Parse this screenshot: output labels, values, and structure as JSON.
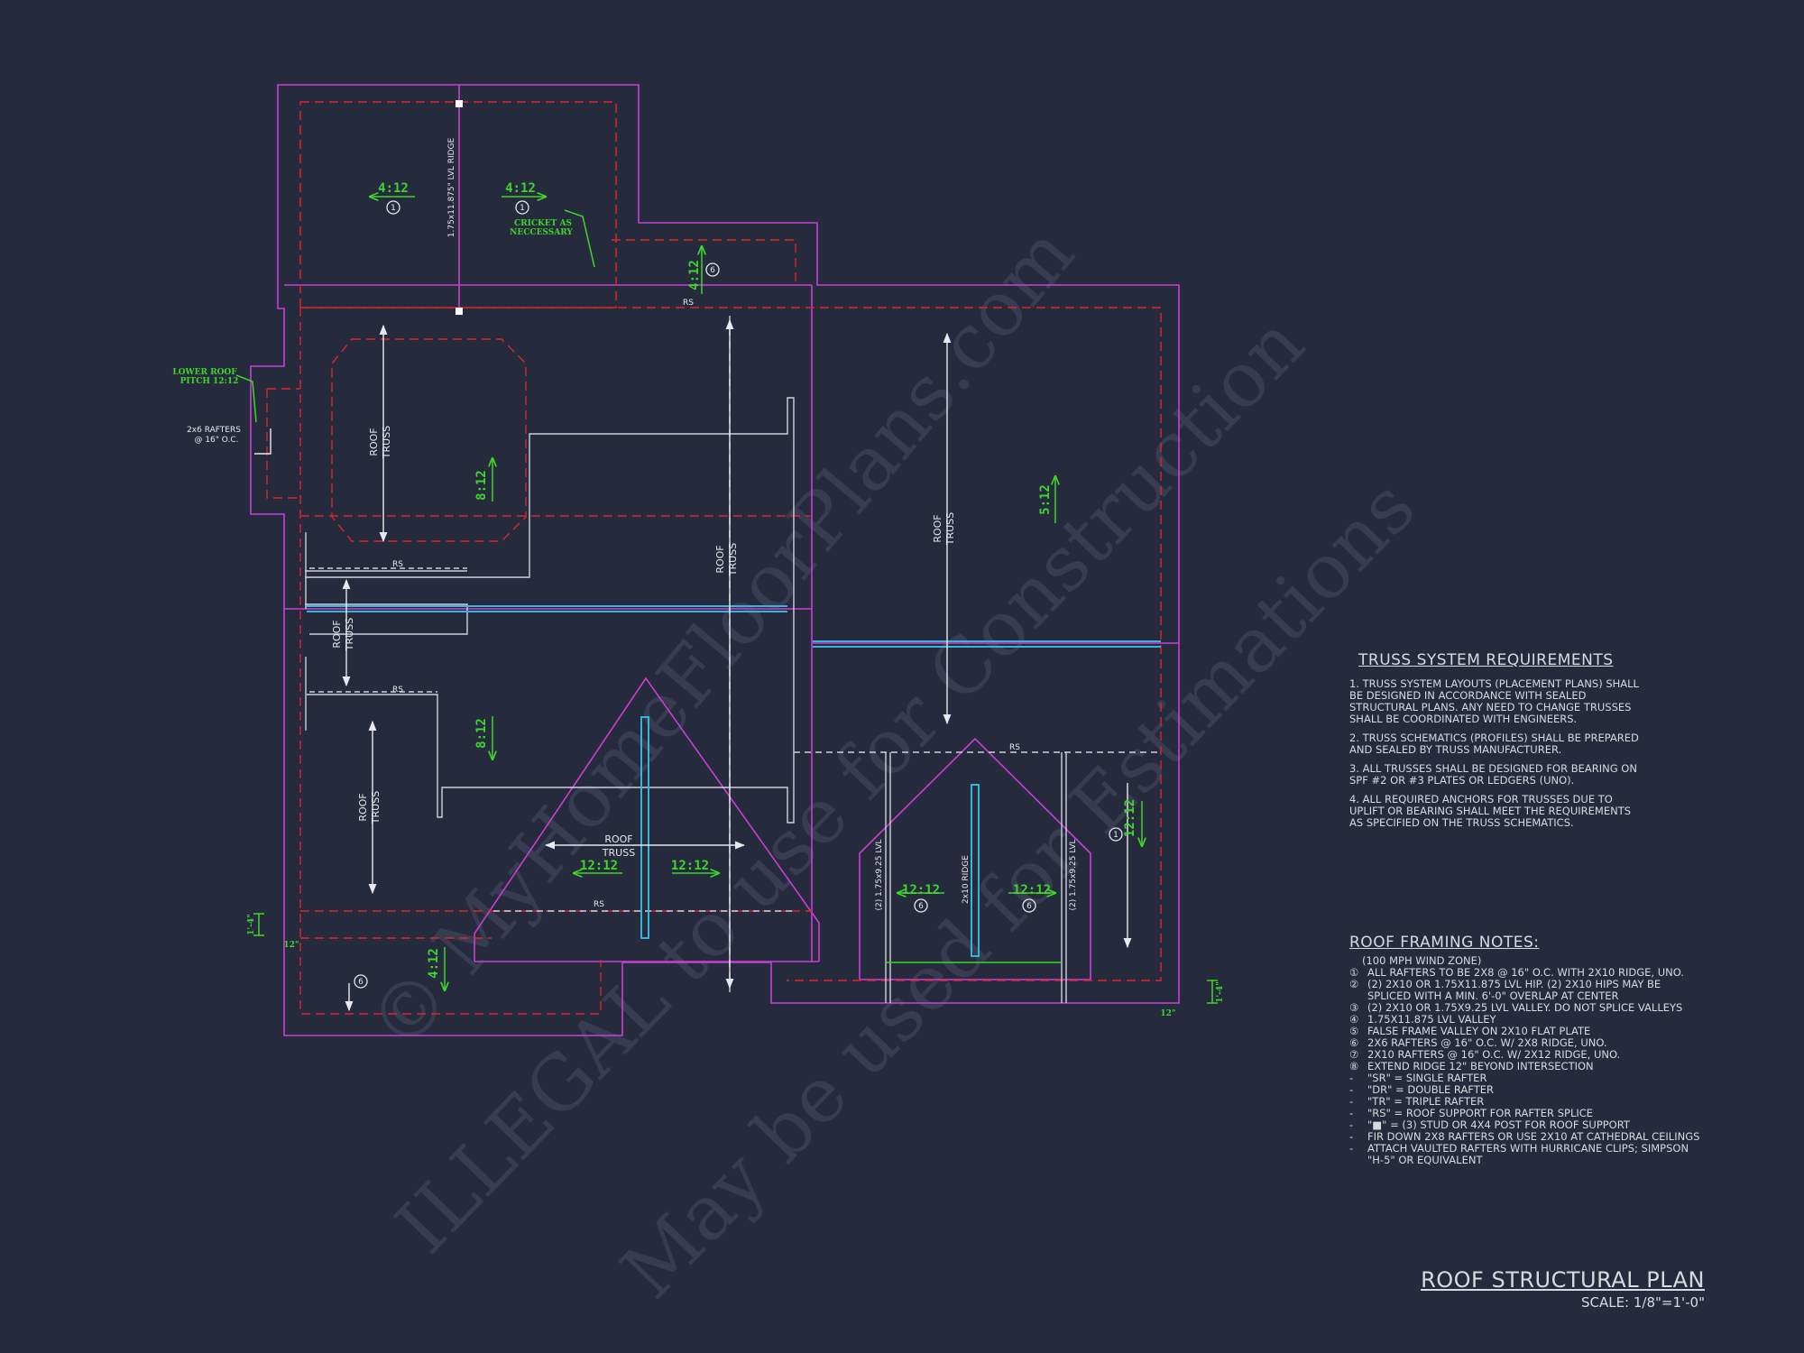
{
  "plan_labels": {
    "ridge_lvl": "1.75x11.875\" LVL RIDGE",
    "pitch_4_12": "4:12",
    "pitch_8_12": "8:12",
    "pitch_5_12": "5:12",
    "pitch_12_12": "12:12",
    "note_1": "1",
    "note_6": "6",
    "cricket_line1": "CRICKET AS",
    "cricket_line2": "NECCESSARY",
    "lower_roof_line1": "LOWER ROOF",
    "lower_roof_line2": "PITCH 12:12",
    "rafters_line1": "2x6 RAFTERS",
    "rafters_line2": "@ 16\" O.C.",
    "rs": "RS",
    "roof": "ROOF",
    "truss": "TRUSS",
    "valley_lvl": "(2) 1.75x9.25 LVL",
    "ridge_2x10": "2x10 RIDGE",
    "dim_1_4": "1'-4\"",
    "dim_12": "12\""
  },
  "truss_requirements": {
    "title": "TRUSS SYSTEM REQUIREMENTS",
    "items": [
      "1. TRUSS SYSTEM LAYOUTS (PLACEMENT PLANS) SHALL BE DESIGNED IN ACCORDANCE WITH SEALED STRUCTURAL PLANS. ANY NEED TO CHANGE TRUSSES SHALL BE COORDINATED WITH ENGINEERS.",
      "2. TRUSS SCHEMATICS (PROFILES) SHALL BE PREPARED AND SEALED BY TRUSS MANUFACTURER.",
      "3. ALL TRUSSES SHALL BE DESIGNED FOR BEARING ON SPF #2 OR #3 PLATES OR LEDGERS (UNO).",
      "4. ALL REQUIRED ANCHORS FOR TRUSSES DUE TO UPLIFT OR BEARING SHALL MEET THE REQUIREMENTS AS SPECIFIED ON THE TRUSS SCHEMATICS."
    ]
  },
  "framing_notes": {
    "title": "ROOF FRAMING NOTES:",
    "subtitle": "(100 MPH WIND ZONE)",
    "items": [
      {
        "marker": "①",
        "text": "ALL RAFTERS TO BE 2x8 @ 16\" O.C. WITH 2x10 RIDGE, UNO."
      },
      {
        "marker": "②",
        "text": "(2) 2x10 OR 1.75x11.875 LVL HIP. (2) 2x10 HIPS MAY BE SPLICED WITH A MIN. 6'-0\" OVERLAP AT CENTER"
      },
      {
        "marker": "③",
        "text": "(2) 2x10 OR 1.75x9.25 LVL VALLEY. DO NOT SPLICE VALLEYS"
      },
      {
        "marker": "④",
        "text": "1.75x11.875 LVL VALLEY"
      },
      {
        "marker": "⑤",
        "text": "FALSE FRAME VALLEY ON 2x10 FLAT PLATE"
      },
      {
        "marker": "⑥",
        "text": "2x6 RAFTERS @ 16\" O.C. W/ 2x8 RIDGE, UNO."
      },
      {
        "marker": "⑦",
        "text": "2x10 RAFTERS @ 16\" O.C. W/ 2x12 RIDGE, UNO."
      },
      {
        "marker": "⑧",
        "text": "EXTEND RIDGE 12\" BEYOND INTERSECTION"
      },
      {
        "marker": "-",
        "text": "\"SR\" = SINGLE RAFTER"
      },
      {
        "marker": "-",
        "text": "\"DR\" = DOUBLE RAFTER"
      },
      {
        "marker": "-",
        "text": "\"TR\" = TRIPLE RAFTER"
      },
      {
        "marker": "-",
        "text": "\"RS\" = ROOF SUPPORT FOR RAFTER SPLICE"
      },
      {
        "marker": "-",
        "text": "\"■\" = (3) STUD OR 4x4 POST FOR ROOF SUPPORT"
      },
      {
        "marker": "-",
        "text": "FIR DOWN 2x8 RAFTERS OR USE 2x10 AT CATHEDRAL CEILINGS"
      },
      {
        "marker": "-",
        "text": "ATTACH VAULTED RAFTERS WITH HURRICANE CLIPS; SIMPSON \"H-5\" OR EQUIVALENT"
      }
    ]
  },
  "title_block": {
    "title": "ROOF STRUCTURAL PLAN",
    "scale": "SCALE: 1/8\"=1'-0\""
  },
  "watermark": {
    "line1": "© MyHomeFloorPlans.com",
    "line2": "ILLEGAL to use for Construction",
    "line3": "May be used for Estimations"
  },
  "colors": {
    "background": "#262a3d",
    "outline": "#c93fd6",
    "dashed": "#d9262e",
    "pitch": "#3ed62a",
    "framing": "#cfd2dc",
    "beam": "#35b6d8"
  }
}
